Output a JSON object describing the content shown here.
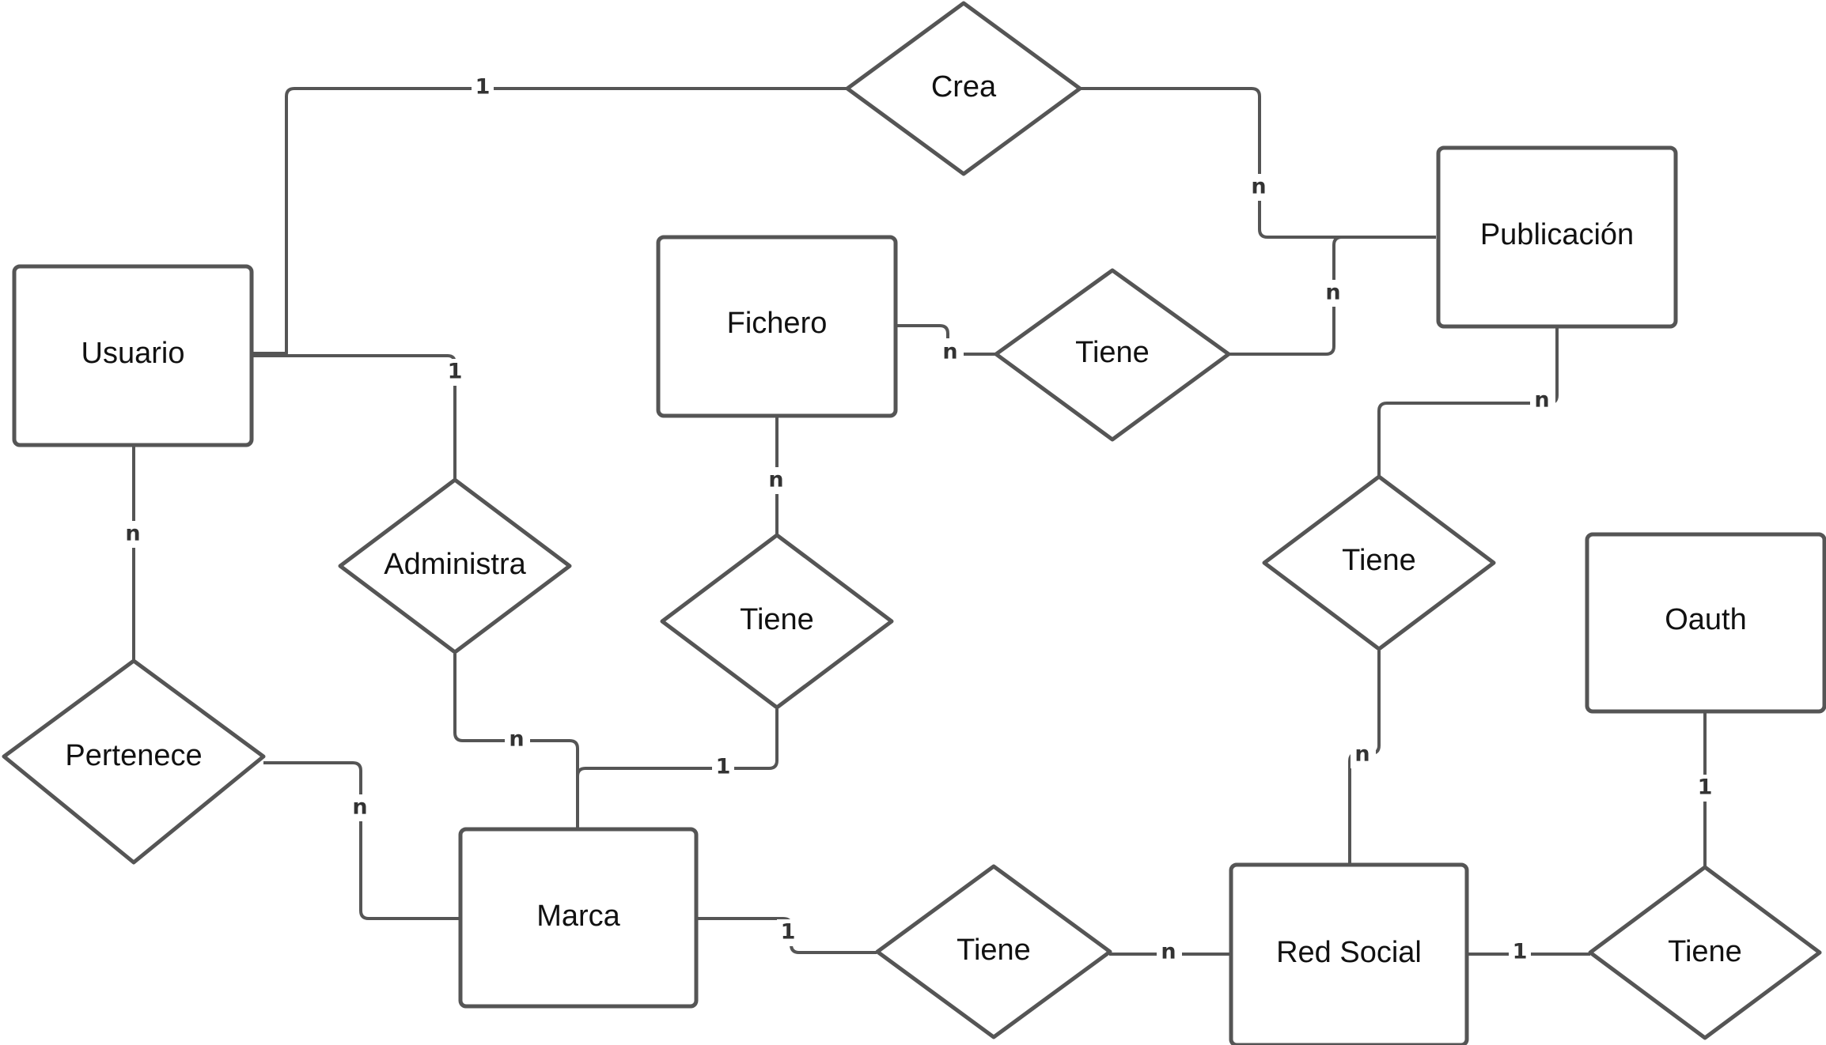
{
  "colors": {
    "stroke": "#555555",
    "text": "#111111",
    "card_text": "#333333",
    "background": "#ffffff"
  },
  "entities": {
    "usuario": "Usuario",
    "fichero": "Fichero",
    "publicacion": "Publicación",
    "marca": "Marca",
    "red_social": "Red Social",
    "oauth": "Oauth"
  },
  "relationships": {
    "crea": "Crea",
    "fichero_publicacion": "Tiene",
    "administra": "Administra",
    "marca_fichero": "Tiene",
    "publicacion_red_social": "Tiene",
    "pertenece": "Pertenece",
    "marca_red_social": "Tiene",
    "red_social_oauth": "Tiene"
  },
  "cardinalities": {
    "usuario_crea": "1",
    "crea_publicacion": "n",
    "fichero_tiene": "n",
    "tiene_publicacion": "n",
    "usuario_administra": "1",
    "usuario_pertenece": "n",
    "fichero_tiene_marca": "n",
    "publicacion_tiene_red": "n",
    "administra_marca": "n",
    "tiene_marca_fichero": "1",
    "pertenece_marca": "n",
    "tiene_red_publicacion": "n",
    "oauth_tiene": "1",
    "marca_tiene": "1",
    "tiene_red_social": "n",
    "red_social_tiene": "1"
  }
}
